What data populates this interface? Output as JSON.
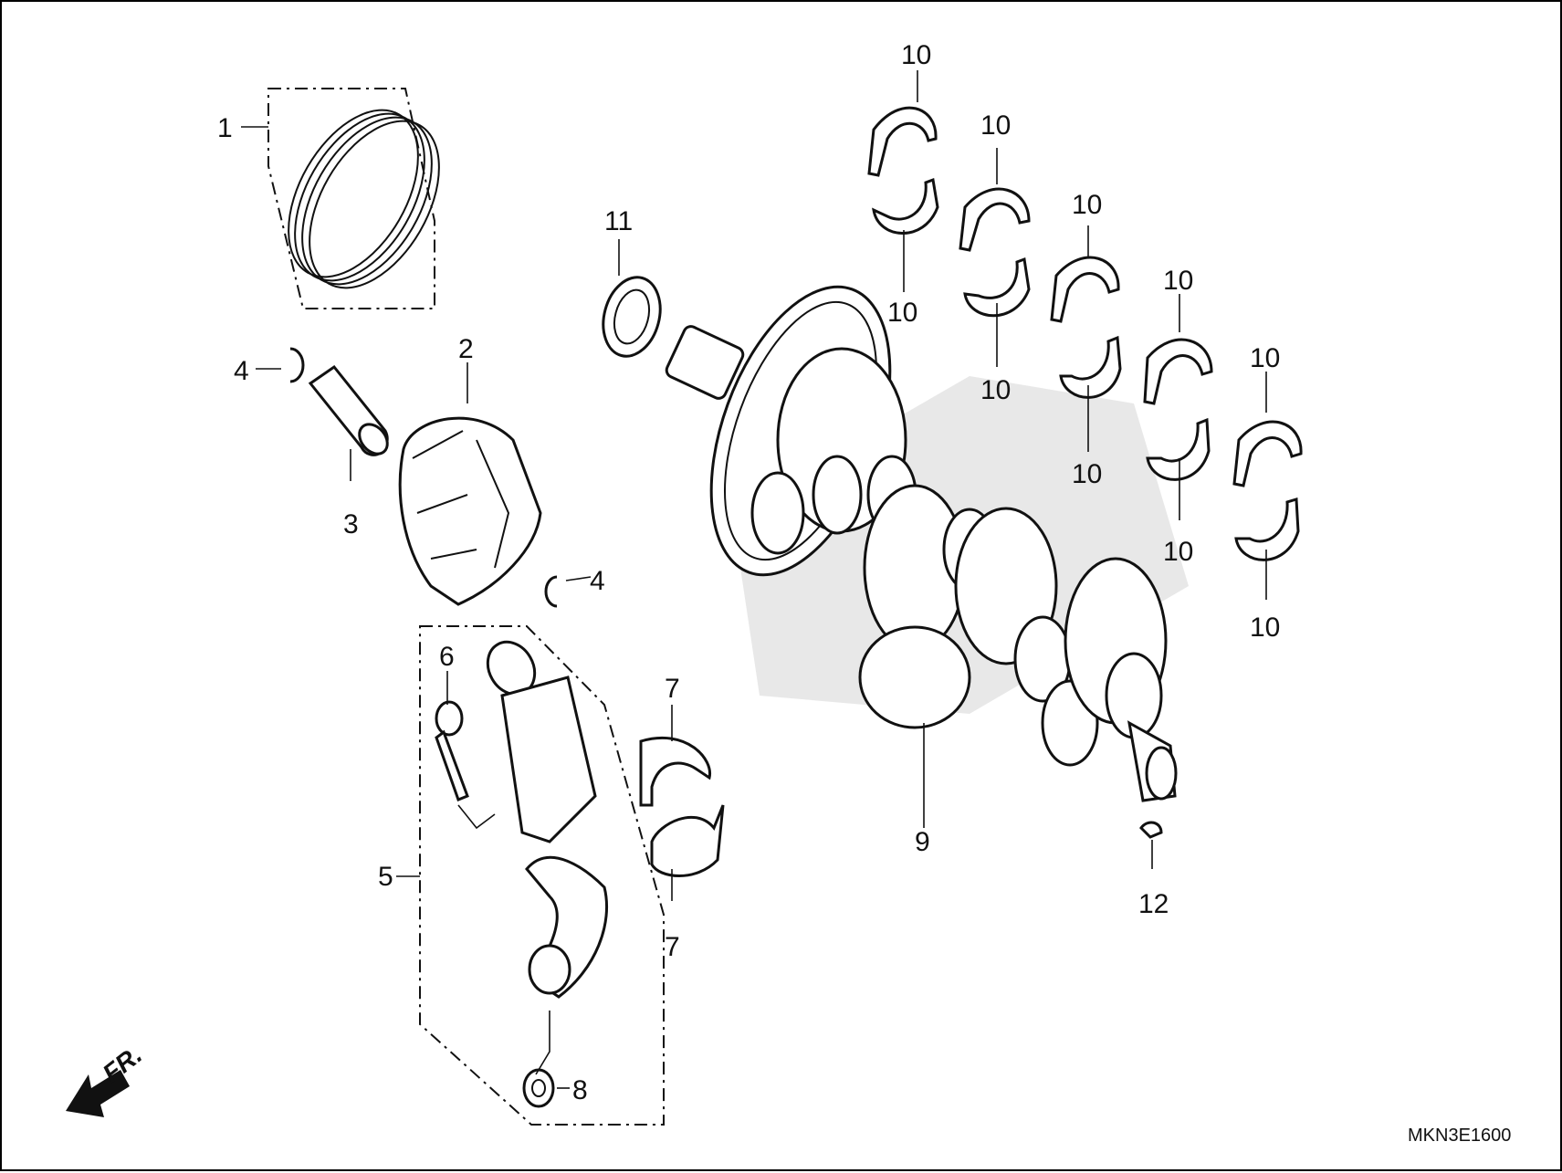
{
  "diagram": {
    "callouts": [
      {
        "id": "c1",
        "text": "1"
      },
      {
        "id": "c2",
        "text": "2"
      },
      {
        "id": "c3",
        "text": "3"
      },
      {
        "id": "c4a",
        "text": "4"
      },
      {
        "id": "c4b",
        "text": "4"
      },
      {
        "id": "c5",
        "text": "5"
      },
      {
        "id": "c6",
        "text": "6"
      },
      {
        "id": "c7a",
        "text": "7"
      },
      {
        "id": "c7b",
        "text": "7"
      },
      {
        "id": "c8",
        "text": "8"
      },
      {
        "id": "c9",
        "text": "9"
      },
      {
        "id": "c10a",
        "text": "10"
      },
      {
        "id": "c10b",
        "text": "10"
      },
      {
        "id": "c10c",
        "text": "10"
      },
      {
        "id": "c10d",
        "text": "10"
      },
      {
        "id": "c10e",
        "text": "10"
      },
      {
        "id": "c10f",
        "text": "10"
      },
      {
        "id": "c10g",
        "text": "10"
      },
      {
        "id": "c10h",
        "text": "10"
      },
      {
        "id": "c10i",
        "text": "10"
      },
      {
        "id": "c10j",
        "text": "10"
      },
      {
        "id": "c11",
        "text": "11"
      },
      {
        "id": "c12",
        "text": "12"
      }
    ],
    "front_marker": "FR.",
    "figure_code": "MKN3E1600"
  }
}
